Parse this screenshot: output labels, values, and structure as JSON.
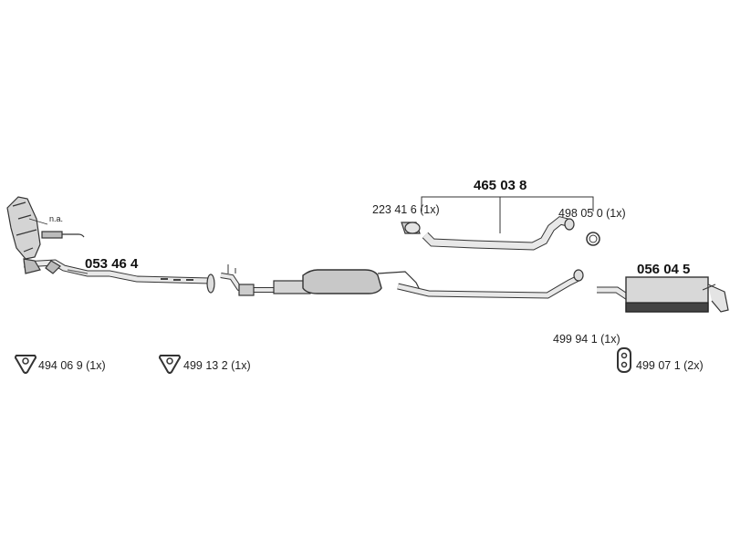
{
  "parts": {
    "front_pipe": "053 46 4",
    "center_pipe_set": "465 03 8",
    "rear_silencer": "056 04 5"
  },
  "accessories": {
    "clamp_center": "223 41 6 (1x)",
    "ring_center": "498 05 0 (1x)",
    "hanger_rear": "499 94 1 (1x)",
    "rubber_rear": "499 07 1 (2x)",
    "gasket_front": "494 06 9 (1x)",
    "gasket_middle": "499 13 2 (1x)"
  },
  "notes": {
    "not_available": "n.a."
  },
  "icons": {
    "gasket": "triangle-gasket-icon",
    "rubber": "rubber-mount-icon",
    "clamp": "clamp-icon",
    "ring": "ring-clamp-icon"
  }
}
